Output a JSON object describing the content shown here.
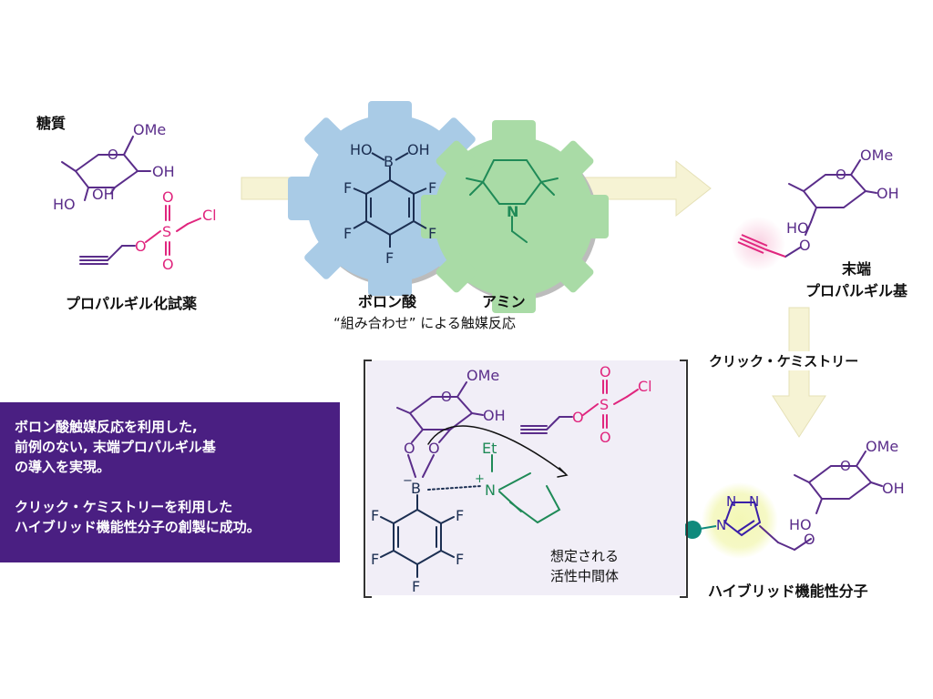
{
  "starting_materials": {
    "sugar_label": "糖質",
    "reagent_label": "プロパルギル化試薬"
  },
  "catalysts": {
    "boronic_acid_label": "ボロン酸",
    "amine_label": "アミン",
    "combination_label": "“組み合わせ” による触媒反応"
  },
  "product": {
    "label_line1": "末端",
    "label_line2": "プロパルギル基"
  },
  "click_step": {
    "label": "クリック・ケミストリー"
  },
  "hybrid": {
    "label": "ハイブリッド機能性分子"
  },
  "intermediate": {
    "label_line1": "想定される",
    "label_line2": "活性中間体"
  },
  "summary": {
    "paragraph1": [
      "ボロン酸触媒反応を利用した,",
      "前例のない,  末端プロパルギル基",
      "の導入を実現。"
    ],
    "paragraph2": [
      "クリック・ケミストリーを利用した",
      "ハイブリッド機能性分子の創製に成功。"
    ]
  },
  "atoms": {
    "ome": "OMe",
    "oh": "OH",
    "ho": "HO",
    "o": "O",
    "s": "S",
    "cl": "Cl",
    "b": "B",
    "f": "F",
    "n": "N",
    "et": "Et",
    "plus": "+",
    "minus": "−"
  },
  "colors": {
    "sugar": "#5a2d8a",
    "sulfonyl": "#e0267e",
    "boron_cog": "#a9cbe6",
    "amine_cog": "#a9dba6",
    "amine_text": "#1f8a57",
    "arrow": "#f6f3d4",
    "box_bg": "#4a1f82",
    "bead": "#0f8a7c",
    "triazole": "#3a1fa8",
    "highlight": "#f3f7b6",
    "intermediate_bg": "#f1eef7"
  }
}
